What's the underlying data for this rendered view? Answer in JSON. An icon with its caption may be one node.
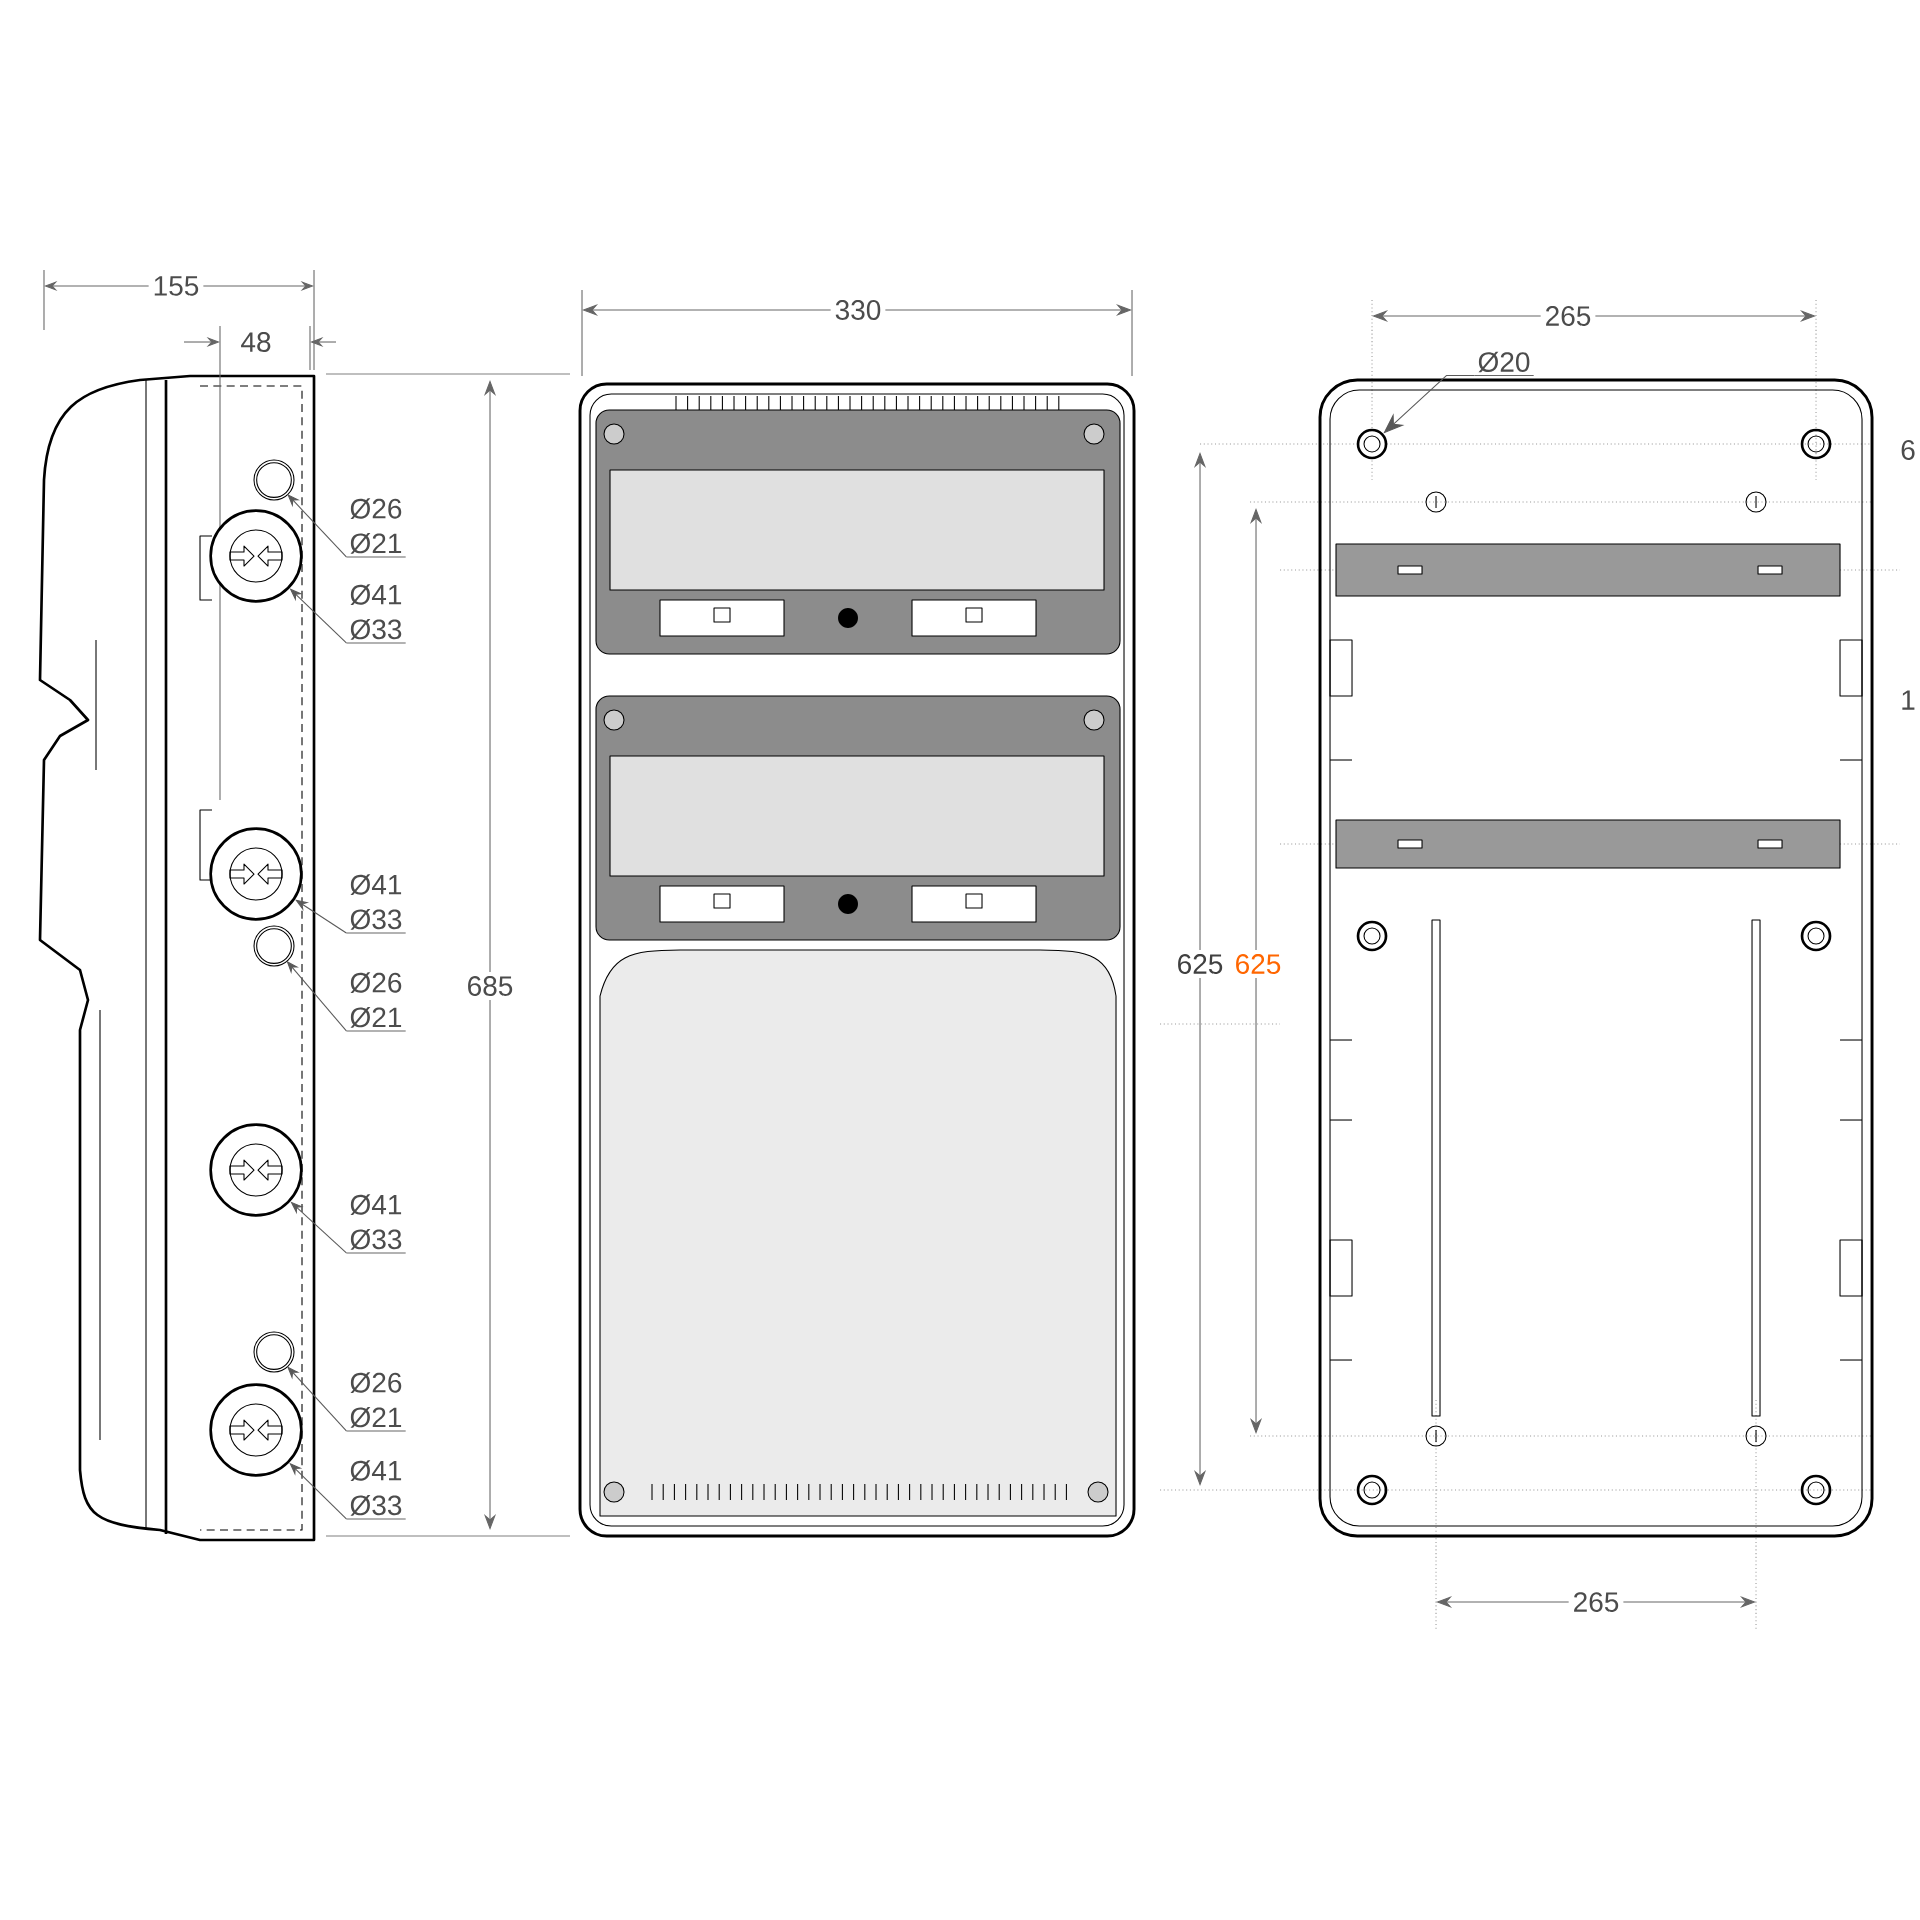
{
  "diagram": {
    "nodes": [
      {
        "text": [
          "Ø26",
          "Ø21"
        ]
      },
      {
        "text": [],
        "shape": "circle"
      },
      {
        "text": [
          "Ø41",
          "Ø33"
        ]
      },
      {
        "text": [],
        "shape": "circle"
      },
      {
        "text": [],
        "shape": "circle"
      },
      {
        "text": [
          "Ø41",
          "Ø33"
        ]
      },
      {
        "text": [],
        "shape": "circle"
      },
      {
        "text": [
          "Ø26",
          "Ø21"
        ]
      },
      {
        "text": [],
        "shape": "circle"
      },
      {
        "text": [
          "Ø41",
          "Ø33"
        ]
      },
      {
        "text": [],
        "shape": "circle"
      },
      {
        "text": [
          "Ø26",
          "Ø21"
        ]
      },
      {
        "text": [],
        "shape": "circle"
      },
      {
        "text": [
          "Ø41",
          "Ø33"
        ]
      },
      {
        "text": [
          "Ø20"
        ]
      },
      {
        "text": [],
        "shape": "circle"
      }
    ],
    "edges": [
      {
        "from": 0,
        "to": 1,
        "arrow": "to"
      },
      {
        "from": 2,
        "to": 3,
        "arrow": "to"
      },
      {
        "from": 5,
        "to": 4,
        "arrow": "to"
      },
      {
        "from": 7,
        "to": 6,
        "arrow": "to"
      },
      {
        "from": 9,
        "to": 8,
        "arrow": "to"
      },
      {
        "from": 11,
        "to": 10,
        "arrow": "to"
      },
      {
        "from": 13,
        "to": 12,
        "arrow": "to"
      },
      {
        "from": 14,
        "to": 15,
        "arrow": "to"
      }
    ],
    "labels": [
      "155",
      "48",
      "330",
      "265",
      "6",
      "1",
      "685",
      "625",
      "625",
      "265"
    ]
  }
}
